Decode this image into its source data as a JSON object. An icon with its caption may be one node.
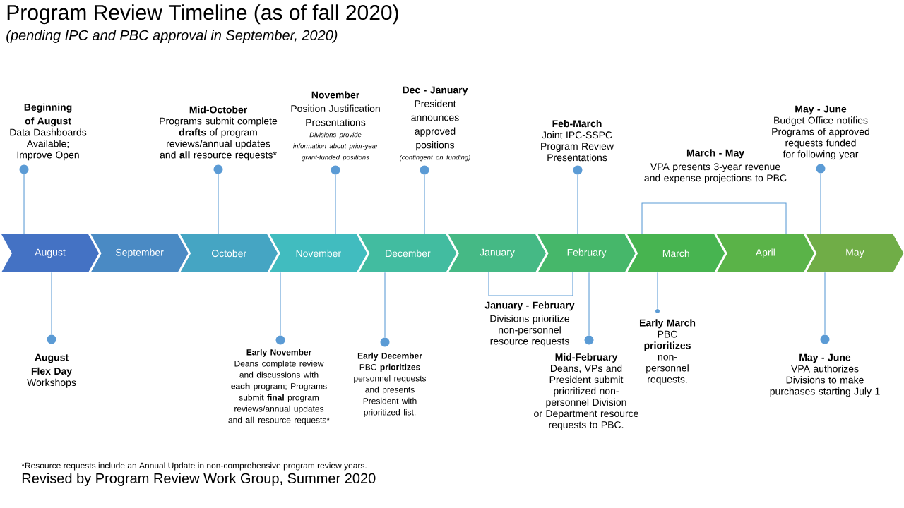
{
  "diagram": {
    "title": "Program Review Timeline (as of fall 2020)",
    "nodes": [
      {
        "text": [
          "August"
        ]
      },
      {
        "text": [
          "September"
        ]
      },
      {
        "text": [
          "October"
        ]
      },
      {
        "text": [
          "November"
        ]
      },
      {
        "text": [
          "December"
        ]
      },
      {
        "text": [
          "January"
        ]
      },
      {
        "text": [
          "February"
        ]
      },
      {
        "text": [
          "March"
        ]
      },
      {
        "text": [
          "April"
        ]
      },
      {
        "text": [
          "May"
        ]
      },
      {
        "text": [],
        "shape": "circle",
        "beside": [
          "Beginning of August",
          "Data Dashboards Available; Improve Open"
        ]
      },
      {
        "text": [],
        "shape": "circle",
        "beside": [
          "Mid-October",
          "Programs submit complete **drafts** of program reviews/annual updates and **all** resource requests*"
        ]
      },
      {
        "text": [],
        "shape": "circle",
        "beside": [
          "November",
          "Position Justification Presentations",
          "Divisions provide information about prior-year grant-funded positions"
        ]
      },
      {
        "text": [],
        "shape": "circle",
        "beside": [
          "Dec - January",
          "President announces approved positions",
          "(contingent on funding)"
        ]
      },
      {
        "text": [],
        "shape": "circle",
        "beside": [
          "Feb-March",
          "Joint IPC-SSPC Program Review Presentations"
        ]
      },
      {
        "text": [],
        "shape": "circle",
        "beside": [
          "May - June",
          "Budget Office notifies Programs of approved requests funded for following year"
        ]
      },
      {
        "text": [],
        "shape": "circle",
        "beside": [
          "August Flex Day",
          "Workshops"
        ]
      },
      {
        "text": [],
        "shape": "circle",
        "beside": [
          "Early November",
          "Deans complete review and discussions with **each** program; Programs submit **final** program reviews/annual updates and **all** resource requests*"
        ]
      },
      {
        "text": [],
        "shape": "circle",
        "beside": [
          "Early December",
          "PBC **prioritizes** personnel requests and presents President with prioritized list."
        ]
      },
      {
        "text": [],
        "shape": "circle",
        "beside": [
          "Mid-February",
          "Deans, VPs and President submit prioritized non-personnel Division or Department resource requests to PBC."
        ]
      },
      {
        "text": [],
        "shape": "circle",
        "beside": [
          "Early March",
          "PBC **prioritizes** non-personnel requests."
        ]
      },
      {
        "text": [],
        "shape": "circle",
        "beside": [
          "May - June",
          "VPA authorizes Divisions to make purchases starting July 1"
        ]
      }
    ],
    "edges": [
      {
        "from": 10,
        "to": 0,
        "arrow": "none"
      },
      {
        "from": 11,
        "to": 2,
        "arrow": "none"
      },
      {
        "from": 12,
        "to": 3,
        "arrow": "none"
      },
      {
        "from": 13,
        "to": 4,
        "arrow": "none"
      },
      {
        "from": 14,
        "to": 6,
        "arrow": "none"
      },
      {
        "from": 15,
        "to": 9,
        "arrow": "none"
      },
      {
        "from": 16,
        "to": 0,
        "arrow": "none"
      },
      {
        "from": 17,
        "to": 3,
        "arrow": "none"
      },
      {
        "from": 18,
        "to": 4,
        "arrow": "none"
      },
      {
        "from": 19,
        "to": 6,
        "arrow": "none"
      },
      {
        "from": 20,
        "to": 7,
        "arrow": "none"
      },
      {
        "from": 21,
        "to": 9,
        "arrow": "none"
      }
    ],
    "labels": [
      "(pending IPC and PBC approval in September, 2020)",
      "March - May",
      "VPA presents 3-year revenue and expense projections to PBC",
      "January - February",
      "Divisions prioritize non-personnel resource requests",
      "*Resource requests include an Annual Update in non-comprehensive program review years.",
      "Revised by Program Review Work Group, Summer 2020"
    ]
  }
}
